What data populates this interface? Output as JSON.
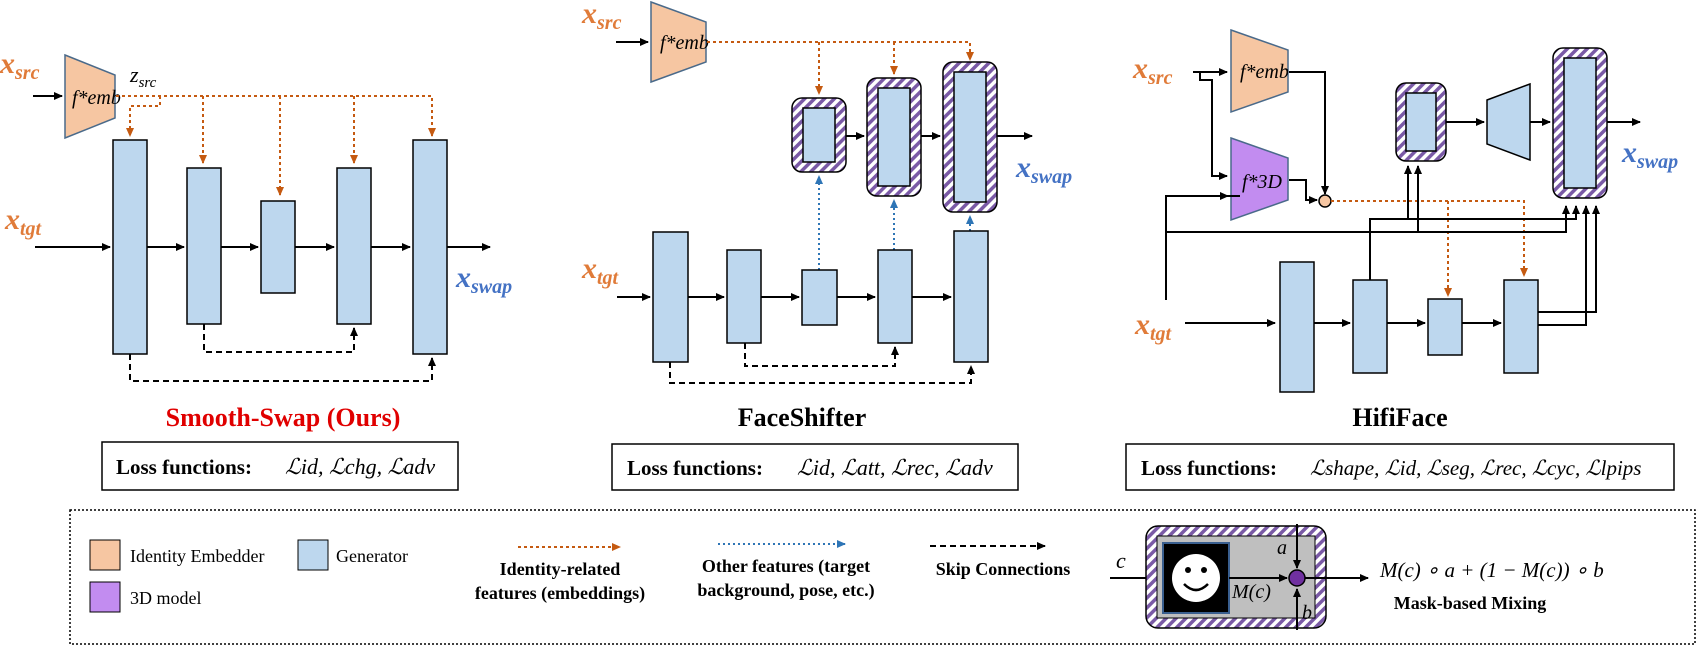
{
  "colors": {
    "identity_embedder": "#f6c6a2",
    "generator": "#bdd7ee",
    "model_3d": "#c28cf0",
    "accent_orange": "#e07b39",
    "accent_blue": "#4472c4",
    "identity_arrow": "#c55a11",
    "other_arrow": "#2e75b6",
    "title_red": "#e00000",
    "hatch_border": "#6f4c96"
  },
  "embedder_label": "f*emb",
  "model3d_label": "f*3D",
  "vars": {
    "x": "x",
    "src": "src",
    "tgt": "tgt",
    "swap": "swap",
    "z": "z"
  },
  "panels": {
    "smoothswap": {
      "title": "Smooth-Swap (Ours)",
      "loss_prefix": "Loss functions:",
      "losses": [
        "ℒid",
        "ℒchg",
        "ℒadv"
      ]
    },
    "faceshifter": {
      "title": "FaceShifter",
      "loss_prefix": "Loss functions:",
      "losses": [
        "ℒid",
        "ℒatt",
        "ℒrec",
        "ℒadv"
      ]
    },
    "hififace": {
      "title": "HifiFace",
      "loss_prefix": "Loss functions:",
      "losses": [
        "ℒshape",
        "ℒid",
        "ℒseg",
        "ℒrec",
        "ℒcyc",
        "ℒlpips"
      ]
    }
  },
  "legend": {
    "identity_embedder": "Identity Embedder",
    "generator": "Generator",
    "model_3d": "3D model",
    "identity_features_line1": "Identity-related",
    "identity_features_line2": "features (embeddings)",
    "other_features_line1": "Other features (target",
    "other_features_line2": "background, pose, etc.)",
    "skip": "Skip Connections",
    "mix_c": "c",
    "mix_a": "a",
    "mix_b": "b",
    "mix_mc": "M(c)",
    "mix_formula": "M(c) ∘ a + (1 − M(c)) ∘ b",
    "mix_title": "Mask-based Mixing"
  }
}
